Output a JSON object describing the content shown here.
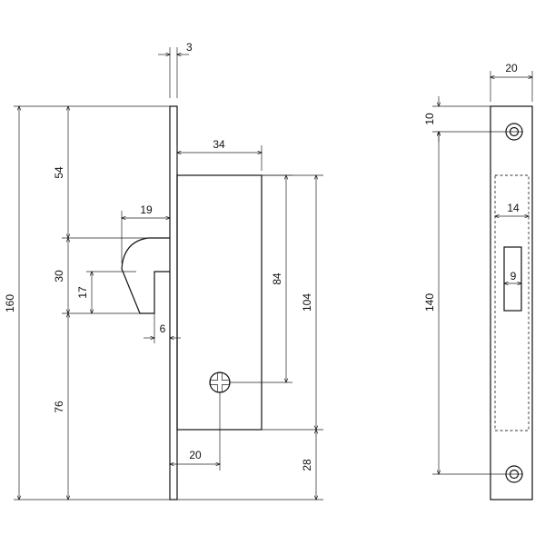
{
  "dimensions": {
    "plate_thickness": "3",
    "body_width": "34",
    "bolt_projection": "19",
    "top_to_bolt": "54",
    "overall_height_side": "160",
    "bolt_height": "30",
    "bolt_lower_height": "17",
    "bolt_to_bottom": "76",
    "body_height": "84",
    "body_height_outer": "104",
    "faceplate_offset": "6",
    "screw_backset": "20",
    "bottom_margin": "28",
    "faceplate_width": "20",
    "screw_hole_offset": "10",
    "screw_centers": "140",
    "window_width": "14",
    "slot_width": "9"
  }
}
